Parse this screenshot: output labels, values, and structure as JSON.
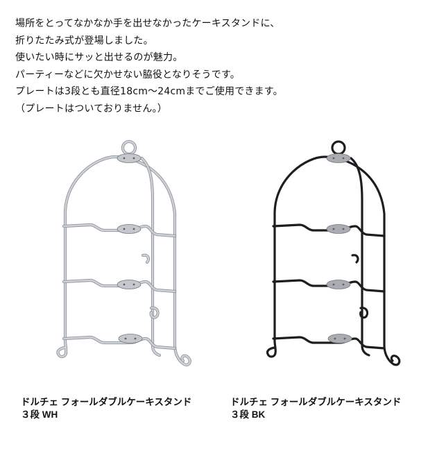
{
  "description": {
    "lines": [
      "場所をとってなかなか手を出せなかったケーキスタンドに、",
      "折りたたみ式が登場しました。",
      "使いたい時にサッと出せるのが魅力。",
      "パーティーなどに欠かせない脇役となりそうです。",
      "プレートは3段とも直径18cm〜24cmまでご使用できます。",
      "（プレートはついておりません。）"
    ]
  },
  "products": [
    {
      "name": "ドルチェ フォールダブルケーキスタンド",
      "variant": "３段 WH",
      "colors": {
        "frame": "#cfd3d7",
        "frame_edge": "#8f959b",
        "hinge": "#c4c8cc"
      }
    },
    {
      "name": "ドルチェ フォールダブルケーキスタンド",
      "variant": "３段 BK",
      "colors": {
        "frame": "#1e1e1e",
        "frame_edge": "#000000",
        "hinge": "#a9adb1"
      }
    }
  ]
}
